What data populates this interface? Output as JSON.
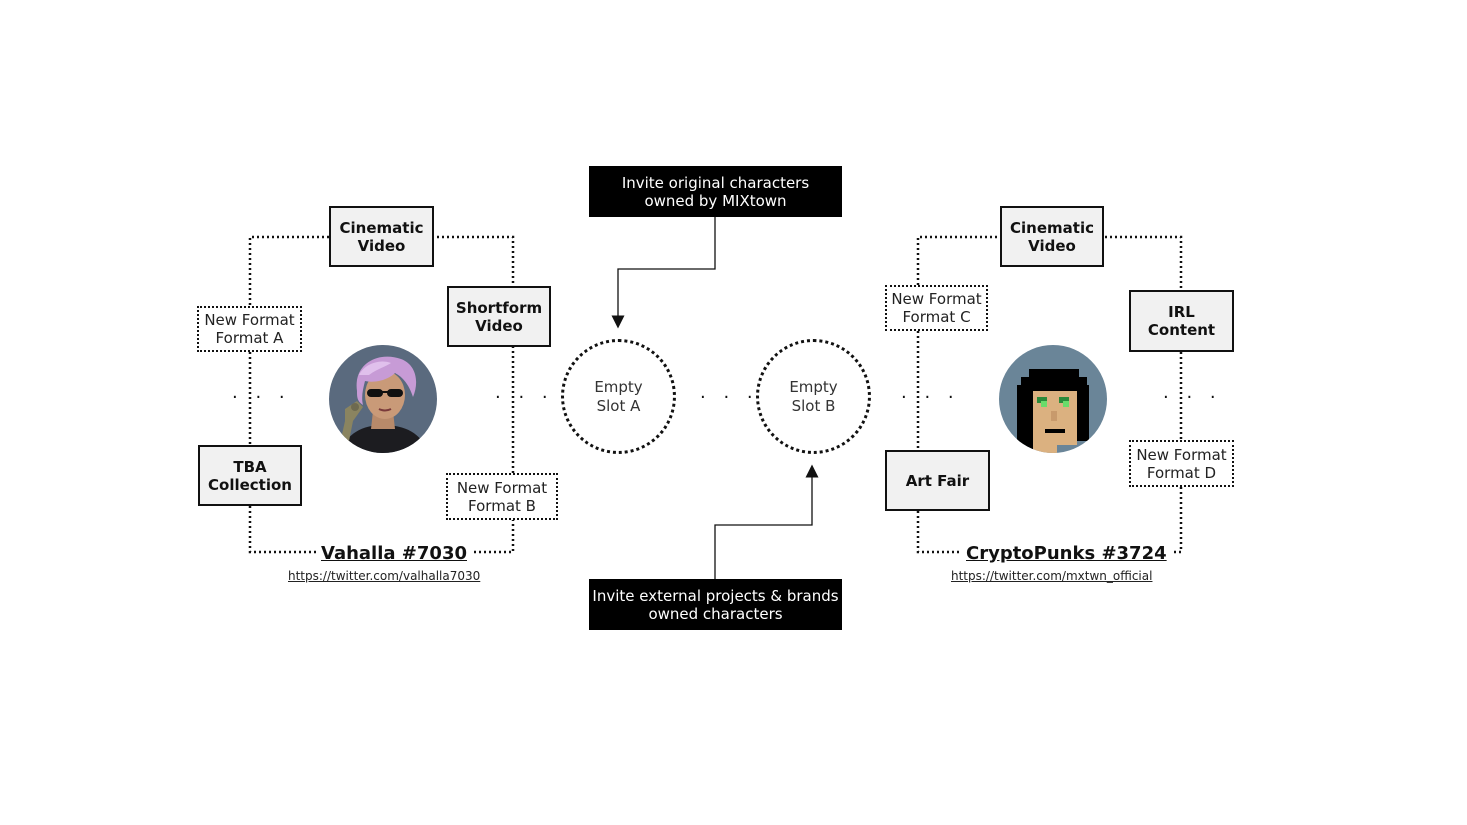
{
  "center": {
    "top_note": "Invite original characters\nowned by MIXtown",
    "bottom_note": "Invite external projects & brands\nowned characters",
    "slot_a": "Empty\nSlot A",
    "slot_b": "Empty\nSlot B",
    "ellipsis": "· · ·"
  },
  "left_cluster": {
    "character_name": "Vahalla #7030",
    "url": "https://twitter.com/valhalla7030",
    "avatar_icon": "anime-character-portrait-icon",
    "formats": {
      "top": "Cinematic\nVideo",
      "upper_left": "New Format\nFormat A",
      "upper_right": "Shortform\nVideo",
      "lower_left": "TBA\nCollection",
      "lower_right": "New Format\nFormat B"
    },
    "ellipsis": "· · ·"
  },
  "right_cluster": {
    "character_name": "CryptoPunks #3724",
    "url": "https://twitter.com/mxtwn_official",
    "avatar_icon": "pixel-punk-portrait-icon",
    "formats": {
      "top": "Cinematic\nVideo",
      "upper_left": "New Format\nFormat C",
      "upper_right": "IRL\nContent",
      "lower_left": "Art Fair",
      "lower_right": "New Format\nFormat D"
    },
    "ellipsis": "· · ·"
  },
  "colors": {
    "ink": "#111111",
    "box_fill": "#f1f1f1",
    "note_fill": "#000000",
    "avatar_bg_left": "#5a6a7e",
    "avatar_bg_right": "#6a8598"
  }
}
